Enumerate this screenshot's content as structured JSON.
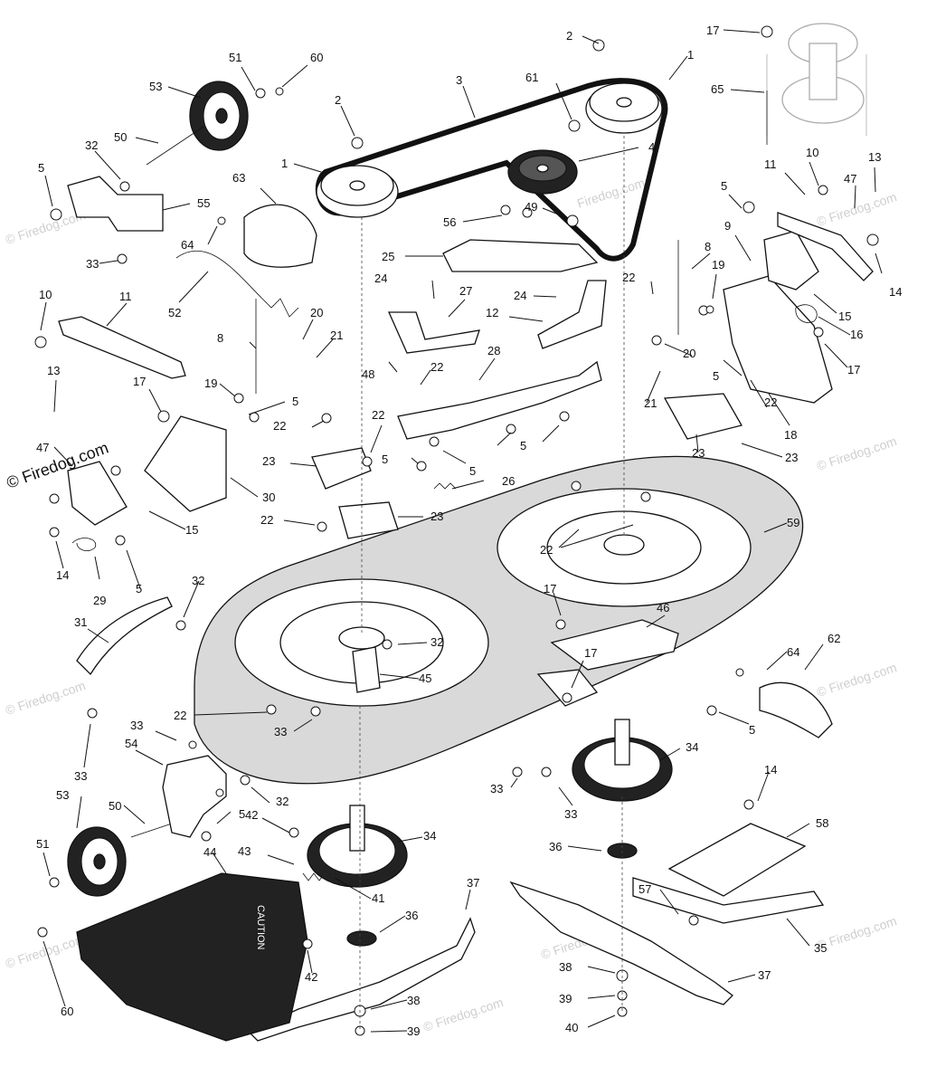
{
  "watermarks": {
    "brand": "© Firedog.com",
    "short": "Firedog.com"
  },
  "callouts": {
    "c2_top": "2",
    "c1_top": "1",
    "c17_top": "17",
    "c65": "65",
    "c3": "3",
    "c61": "61",
    "c1_left": "1",
    "c2_mid": "2",
    "c4": "4",
    "c51_top": "51",
    "c60_top": "60",
    "c53_top": "53",
    "c50_top": "50",
    "c32_top": "32",
    "c5_topleft": "5",
    "c55": "55",
    "c63": "63",
    "c64_top": "64",
    "c33_top": "33",
    "c56": "56",
    "c49": "49",
    "c25": "25",
    "c10_right": "10",
    "c13_right": "13",
    "c11_right": "11",
    "c47_right": "47",
    "c5_right": "5",
    "c9": "9",
    "c8_right": "8",
    "c22_right": "22",
    "c19_right": "19",
    "c14_right": "14",
    "c15_right": "15",
    "c16": "16",
    "c17_right": "17",
    "c10_left": "10",
    "c11_left": "11",
    "c52": "52",
    "c8_left": "8",
    "c20_left": "20",
    "c21_left": "21",
    "c24_left": "24",
    "c27": "27",
    "c24_mid": "24",
    "c12": "12",
    "c20_right": "20",
    "c5_r2": "5",
    "c22_r2": "22",
    "c21_right": "21",
    "c18": "18",
    "c28": "28",
    "c48": "48",
    "c22_mid": "22",
    "c13_left": "13",
    "c17_left": "17",
    "c19_left": "19",
    "c5_l2": "5",
    "c22_l2": "22",
    "c22_l3": "22",
    "c47_left": "47",
    "c5_mid": "5",
    "c5_mid2": "5",
    "c5_mid3": "5",
    "c23_right": "23",
    "c23_r2": "23",
    "c23_left": "23",
    "c30": "30",
    "c26": "26",
    "c22_l4": "22",
    "c23_mid": "23",
    "c22_c": "22",
    "c59": "59",
    "c15_left": "15",
    "c14_left": "14",
    "c29": "29",
    "c5_l3": "5",
    "c32_mid": "32",
    "c17_c": "17",
    "c46": "46",
    "c31": "31",
    "c32_c": "32",
    "c17_c2": "17",
    "c45": "45",
    "c64_r": "64",
    "c62": "62",
    "c22_lo": "22",
    "c33_lo": "33",
    "c5_lo": "5",
    "c33_lo2": "33",
    "c54": "54",
    "c34_r": "34",
    "c33_c": "33",
    "c33_c2": "33",
    "c33_left": "33",
    "c32_lo": "32",
    "c53_lo": "53",
    "c50_lo": "50",
    "c5_lo2": "5",
    "c42_a": "42",
    "c14_lo": "14",
    "c58": "58",
    "c43": "43",
    "c34_c": "34",
    "c36_r": "36",
    "c44": "44",
    "c51_lo": "51",
    "c41": "41",
    "c37_l": "37",
    "c57": "57",
    "c36_c": "36",
    "c35": "35",
    "c42_b": "42",
    "c38_r": "38",
    "c37_r": "37",
    "c60_lo": "60",
    "c38_c": "38",
    "c39_r": "39",
    "c39_c": "39",
    "c40": "40"
  },
  "decal_text": "CAUTION"
}
